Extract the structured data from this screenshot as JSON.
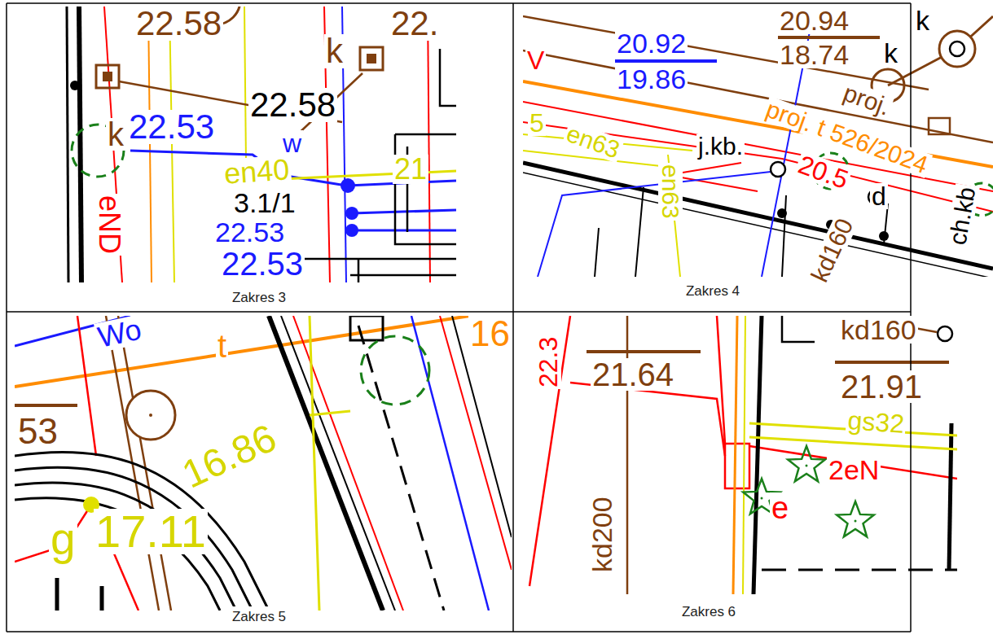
{
  "diagram": {
    "nodes": [
      {
        "text": [
          "Zakres 3"
        ]
      },
      {
        "text": [
          "Zakres 4"
        ]
      },
      {
        "text": [
          "Zakres 5"
        ]
      },
      {
        "text": [
          "Zakres 6"
        ]
      }
    ],
    "labels": [
      "22.58",
      "k",
      "22.",
      "k",
      "22.53",
      "22.58",
      "w",
      "en40",
      "21",
      "3.1/1",
      "22.53",
      "22.53",
      "eND",
      "20.94",
      "18.74",
      "k",
      "k",
      "20.92",
      "19.86",
      "proj. t 526/2024",
      "proj.",
      "j.kb.",
      "20.5",
      "d",
      "en63",
      "5",
      "en63",
      "ch.kb",
      "kd160",
      "V",
      "Wo",
      "t",
      "16",
      "53",
      "16.86",
      "g",
      "17.11",
      "kd160",
      "21.64",
      "21.91",
      "gs32",
      "2eN",
      "e",
      "kd200",
      "22.3"
    ]
  }
}
